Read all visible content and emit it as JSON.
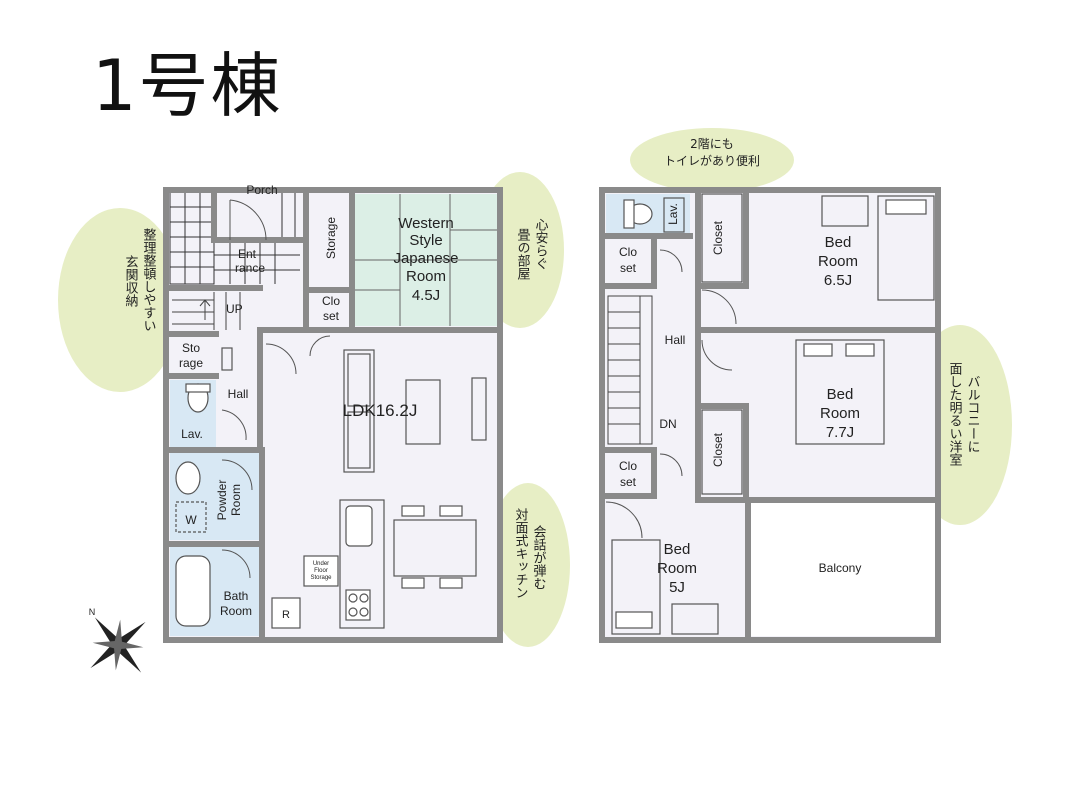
{
  "title": "1号棟",
  "floor1": {
    "porch": "Porch",
    "entrance": [
      "Ent",
      "rance"
    ],
    "storage_top": "Storage",
    "western_room": [
      "Western",
      "Style",
      "Japanese",
      "Room",
      "4.5J"
    ],
    "closet": [
      "Clo",
      "set"
    ],
    "up": "UP",
    "storage_small": [
      "Sto",
      "rage"
    ],
    "hall": "Hall",
    "lav": "Lav.",
    "ldk": "LDK16.2J",
    "powder_room": [
      "Powder",
      "Room"
    ],
    "washer": "W",
    "bath_room": [
      "Bath",
      "Room"
    ],
    "under_floor_storage": [
      "Under",
      "Floor",
      "Storage"
    ],
    "fridge": "R"
  },
  "floor2": {
    "lav": "Lav.",
    "closet_top": "Closet",
    "bed_room_a": [
      "Bed",
      "Room",
      "6.5J"
    ],
    "closet_small_top": [
      "Clo",
      "set"
    ],
    "hall": "Hall",
    "bed_room_b": [
      "Bed",
      "Room",
      "7.7J"
    ],
    "closet_mid": "Closet",
    "dn": "DN",
    "closet_small_bottom": [
      "Clo",
      "set"
    ],
    "bed_room_c": [
      "Bed",
      "Room",
      "5J"
    ],
    "balcony": "Balcony"
  },
  "callouts": {
    "storage": [
      "整理整頓しやすい",
      "玄関収納"
    ],
    "tatami": [
      "心安らぐ",
      "畳の部屋"
    ],
    "kitchen": [
      "会話が弾む",
      "対面式キッチン"
    ],
    "toilet": [
      "2階にも",
      "トイレがあり便利"
    ],
    "balcony_room": [
      "バルコニーに",
      "面した明るい洋室"
    ]
  },
  "colors": {
    "wall": "#8a8a8a",
    "floor": "#f3f2f8",
    "tatami": "#dcefe6",
    "wet": "#d8e8f4",
    "callout": "#e7eec5",
    "fixture": "#555555"
  },
  "icons": [
    "compass-icon"
  ]
}
